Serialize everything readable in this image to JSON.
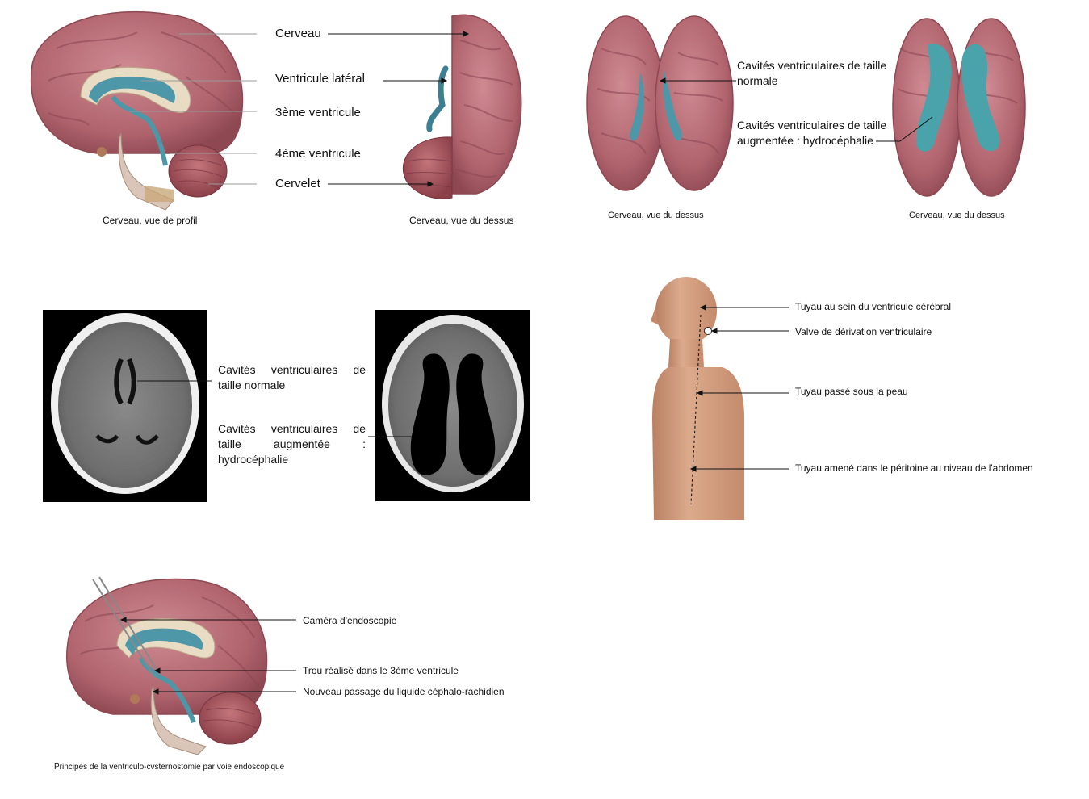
{
  "panel1": {
    "labels": {
      "cerveau": "Cerveau",
      "ventricule_lateral": "Ventricule latéral",
      "troisieme_ventricule": "3ème ventricule",
      "quatrieme_ventricule": "4ème ventricule",
      "cervelet": "Cervelet"
    },
    "caption_profile": "Cerveau, vue de profil",
    "caption_top": "Cerveau, vue du dessus"
  },
  "panel2": {
    "label_normal_1": "Cavités ventriculaires de taille",
    "label_normal_2": "normale",
    "label_hydro_1": "Cavités ventriculaires de taille",
    "label_hydro_2": "augmentée : hydrocéphalie",
    "caption_left": "Cerveau, vue du dessus",
    "caption_right": "Cerveau, vue du dessus"
  },
  "panel3": {
    "label_normal_1": "Cavités ventriculaires de",
    "label_normal_2": "taille normale",
    "label_hydro_1": "Cavités ventriculaires de",
    "label_hydro_2": "taille augmentée :",
    "label_hydro_3": "hydrocéphalie"
  },
  "panel4": {
    "labels": {
      "tuyau_ventricule": "Tuyau au sein du ventricule cérébral",
      "valve": "Valve de dérivation ventriculaire",
      "tuyau_peau": "Tuyau passé sous la peau",
      "tuyau_peritoine": "Tuyau amené dans le péritoine au niveau de l'abdomen"
    }
  },
  "panel5": {
    "labels": {
      "camera": "Caméra d'endoscopie",
      "trou": "Trou réalisé dans le 3ème ventricule",
      "passage": "Nouveau passage du liquide céphalo-rachidien"
    },
    "caption": "Principes de la ventriculo-cvsternostomie par voie endoscopique"
  },
  "colors": {
    "brain": "#b86f78",
    "brain_dark": "#8e4852",
    "ventricle": "#4e97a8",
    "skin": "#d7a384",
    "ct_bg": "#000000"
  }
}
